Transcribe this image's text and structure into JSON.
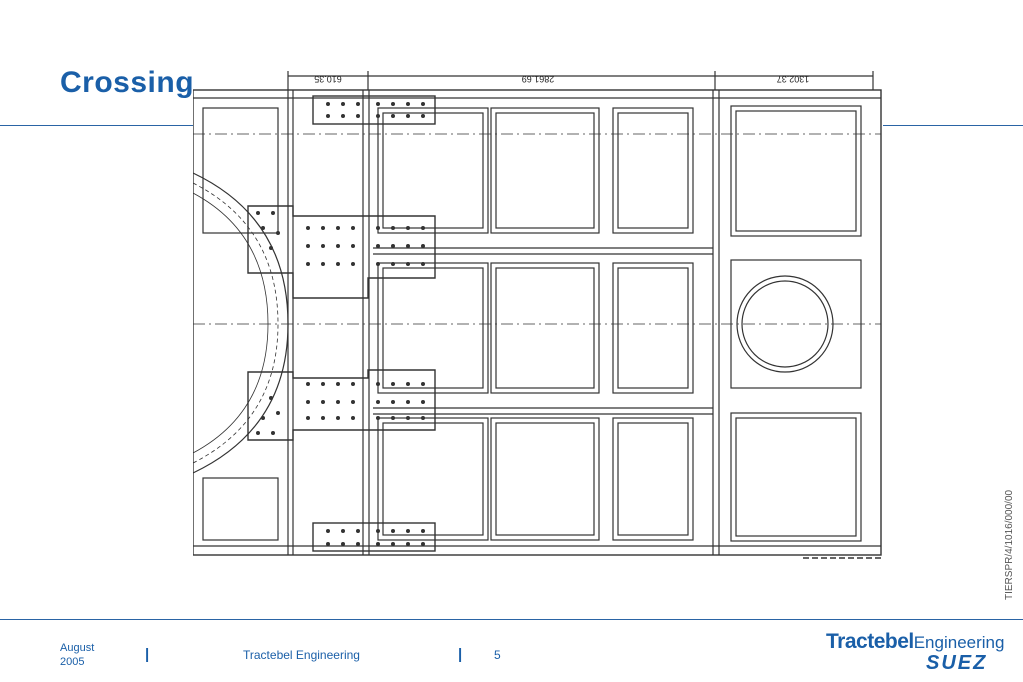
{
  "slide": {
    "title": "Crossing",
    "side_code": "TIERSPR/4/1016/000/00",
    "footer": {
      "date": "August 2005",
      "company": "Tractebel Engineering",
      "page": "5"
    },
    "logo": {
      "brand": "Tractebel",
      "brand_sub": "Engineering",
      "suez": "SUEZ"
    }
  },
  "drawing": {
    "dimension_labels": [
      "610.35",
      "2861.69",
      "1302.37"
    ]
  }
}
